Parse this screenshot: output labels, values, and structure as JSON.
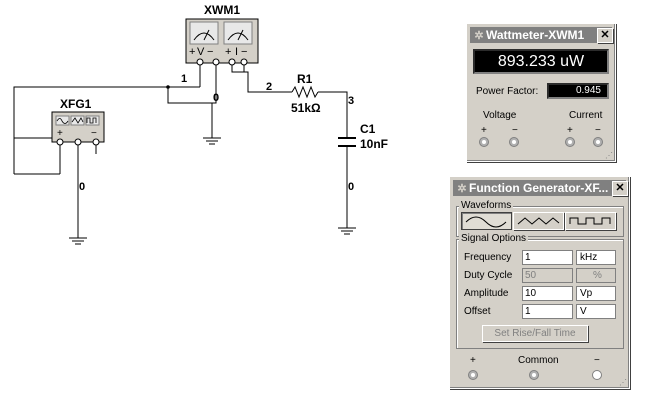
{
  "schematic": {
    "wattmeter_label": "XWM1",
    "fg_label": "XFG1",
    "resistor_label": "R1",
    "resistor_value": "51kΩ",
    "capacitor_label": "C1",
    "capacitor_value": "10nF",
    "node_1": "1",
    "node_0_wm": "0",
    "node_2": "2",
    "node_3": "3",
    "node_0_fg": "0",
    "node_0_cap": "0",
    "wm_voltage_sign_plus": "+",
    "wm_voltage_letter": "V",
    "wm_voltage_sign_minus": "−",
    "wm_current_sign_plus": "+",
    "wm_current_letter": "I",
    "wm_current_sign_minus": "−",
    "fg_plus": "+",
    "fg_minus": "−"
  },
  "wattmeter": {
    "title": "Wattmeter-XWM1",
    "close": "✕",
    "reading": "893.233 uW",
    "pf_label": "Power Factor:",
    "pf_value": "0.945",
    "voltage_label": "Voltage",
    "current_label": "Current",
    "plus": "+",
    "minus": "−"
  },
  "function_generator": {
    "title": "Function Generator-XF...",
    "close": "✕",
    "waveforms_label": "Waveforms",
    "waveforms": [
      "sine-wave",
      "triangle-wave",
      "square-wave"
    ],
    "selected_waveform": "sine-wave",
    "signal_options_label": "Signal Options",
    "frequency_label": "Frequency",
    "frequency_value": "1",
    "frequency_unit": "kHz",
    "duty_cycle_label": "Duty Cycle",
    "duty_cycle_value": "50",
    "duty_cycle_unit": "%",
    "amplitude_label": "Amplitude",
    "amplitude_value": "10",
    "amplitude_unit": "Vp",
    "offset_label": "Offset",
    "offset_value": "1",
    "offset_unit": "V",
    "rise_fall_button": "Set Rise/Fall Time",
    "plus": "+",
    "common_label": "Common",
    "minus": "−"
  }
}
